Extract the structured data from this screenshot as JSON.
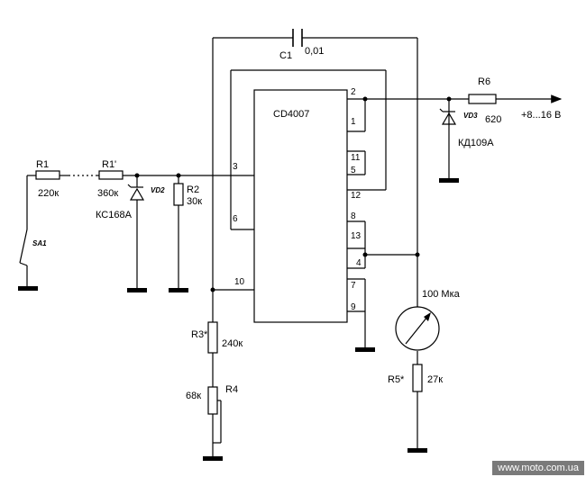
{
  "chip": {
    "name": "CD4007"
  },
  "pins": {
    "p1": "1",
    "p2": "2",
    "p3": "3",
    "p4": "4",
    "p5": "5",
    "p6": "6",
    "p7": "7",
    "p8": "8",
    "p9": "9",
    "p10": "10",
    "p11": "11",
    "p12": "12",
    "p13": "13"
  },
  "components": {
    "c1": {
      "ref": "C1",
      "value": "0,01"
    },
    "r1": {
      "ref": "R1",
      "value": "220к"
    },
    "r1p": {
      "ref": "R1'",
      "value": "360к"
    },
    "vd2": {
      "ref": "VD2",
      "value": "КС168А"
    },
    "r2": {
      "ref": "R2",
      "value": "30к"
    },
    "sa1": {
      "ref": "SA1"
    },
    "r3": {
      "ref": "R3*",
      "value": "240к"
    },
    "r4": {
      "ref": "R4",
      "value": "68к"
    },
    "r6": {
      "ref": "R6",
      "value": "620"
    },
    "vd3": {
      "ref": "VD3",
      "value": "КД109А"
    },
    "meter": {
      "value": "100 Мка"
    },
    "r5": {
      "ref": "R5*",
      "value": "27к"
    }
  },
  "supply": {
    "label": "+8...16 В"
  },
  "watermark": {
    "text": "www.moto.com.ua"
  }
}
